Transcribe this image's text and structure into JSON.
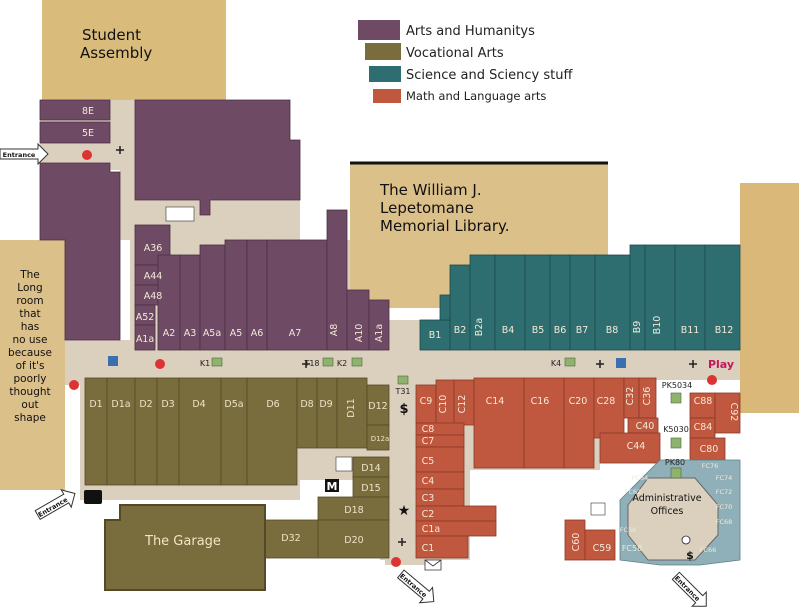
{
  "legend": [
    {
      "label": "Arts and Humanitys",
      "color": "#6e4a64"
    },
    {
      "label": "Vocational Arts",
      "color": "#7a6d3d"
    },
    {
      "label": "Science and Sciency stuff",
      "color": "#2e6e70"
    },
    {
      "label": "Math and Language arts",
      "color": "#c0573f"
    }
  ],
  "colors": {
    "arts": "#6e4a64",
    "vocational": "#7a6d3d",
    "science": "#2e6e70",
    "math": "#c0573f",
    "admin": "#8fb0b8",
    "hall": "#dbcfbd",
    "tan": "#d4b478"
  },
  "areas": {
    "student_assembly": [
      "Student",
      "Assembly"
    ],
    "library": [
      "The William J.",
      "Lepetomane",
      "Memorial Library."
    ],
    "garage": "The Garage",
    "long_room": [
      "The",
      "Long",
      "room",
      "that",
      "has",
      "no use",
      "because",
      "of  it's",
      "poorly",
      "thought",
      "out",
      "shape"
    ],
    "admin_offices": [
      "Administrative",
      "Offices"
    ]
  },
  "rooms": {
    "arts": [
      "8E",
      "5E",
      "A36",
      "A44",
      "A48",
      "A52",
      "A1a",
      "A2",
      "A3",
      "A5a",
      "A5",
      "A6",
      "A7",
      "A8",
      "A10",
      "A1a"
    ],
    "vocational": [
      "D1",
      "D1a",
      "D2",
      "D3",
      "D4",
      "D5a",
      "D6",
      "D8",
      "D9",
      "D11",
      "D12",
      "D12a",
      "D14",
      "D15",
      "D18",
      "D20",
      "D32"
    ],
    "science": [
      "B1",
      "B2",
      "B2a",
      "B4",
      "B5",
      "B6",
      "B7",
      "B8",
      "B9",
      "B10",
      "B11",
      "B12"
    ],
    "math": [
      "C9",
      "C10",
      "C12",
      "C14",
      "C16",
      "C20",
      "C28",
      "C32",
      "C36",
      "C8",
      "C7",
      "C5",
      "C4",
      "C3",
      "C2",
      "C1a",
      "C1",
      "C40",
      "C44",
      "C88",
      "C84",
      "C80",
      "C92",
      "C60",
      "C59"
    ],
    "admin": [
      "FC76",
      "FC74",
      "FC72",
      "FC70",
      "FC68",
      "FC66",
      "FC64",
      "FC62",
      "FC58",
      "FC56"
    ]
  },
  "kiosks": [
    "K1",
    "T18",
    "K2",
    "T31",
    "K4",
    "PK5034",
    "K5030",
    "PK80"
  ],
  "entrances": [
    "Entrance",
    "Entrance",
    "Entrance",
    "Entrance"
  ],
  "markers": {
    "play": "Play",
    "metro": "M",
    "dollar": "$",
    "star": "★"
  }
}
